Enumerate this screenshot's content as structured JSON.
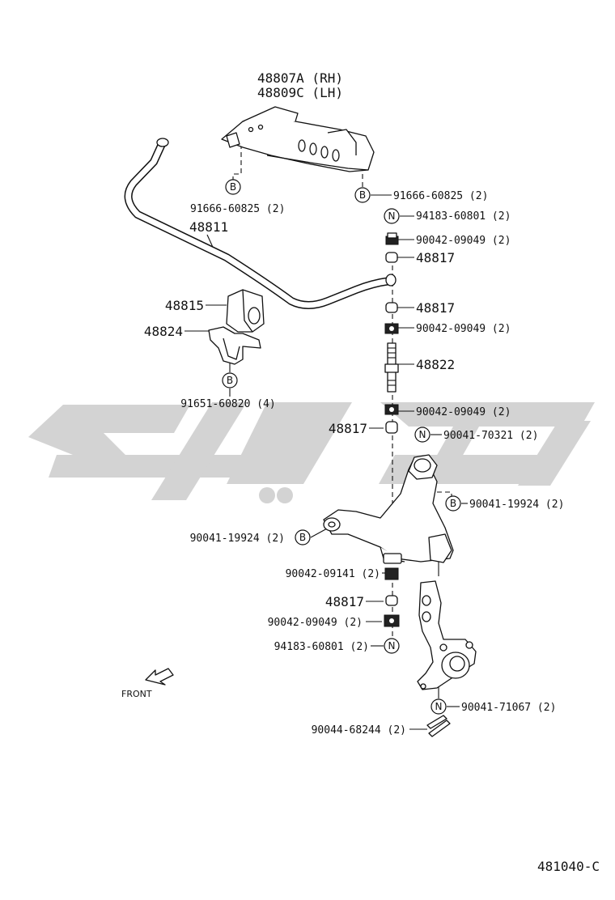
{
  "watermark": {
    "color": "#d3d3d3"
  },
  "parts": [
    {
      "id": "p1",
      "number": "48807A (RH)",
      "size": "big"
    },
    {
      "id": "p2",
      "number": "48809C (LH)",
      "size": "big"
    },
    {
      "id": "p3",
      "number": "91666-60825 (2)",
      "size": "small",
      "marker": "B"
    },
    {
      "id": "p4",
      "number": "91666-60825 (2)",
      "size": "small",
      "marker": "B"
    },
    {
      "id": "p5",
      "number": "94183-60801 (2)",
      "size": "small",
      "marker": "N"
    },
    {
      "id": "p6",
      "number": "48811",
      "size": "big"
    },
    {
      "id": "p7",
      "number": "90042-09049 (2)",
      "size": "small"
    },
    {
      "id": "p8",
      "number": "48817",
      "size": "big"
    },
    {
      "id": "p9",
      "number": "48815",
      "size": "big"
    },
    {
      "id": "p10",
      "number": "48817",
      "size": "big"
    },
    {
      "id": "p11",
      "number": "48824",
      "size": "big"
    },
    {
      "id": "p12",
      "number": "90042-09049 (2)",
      "size": "small"
    },
    {
      "id": "p13",
      "number": "48822",
      "size": "big"
    },
    {
      "id": "p14",
      "number": "91651-60820 (4)",
      "size": "small",
      "marker": "B"
    },
    {
      "id": "p15",
      "number": "90042-09049 (2)",
      "size": "small"
    },
    {
      "id": "p16",
      "number": "48817",
      "size": "big"
    },
    {
      "id": "p17",
      "number": "90041-70321 (2)",
      "size": "small",
      "marker": "N"
    },
    {
      "id": "p18",
      "number": "90041-19924 (2)",
      "size": "small",
      "marker": "B"
    },
    {
      "id": "p19",
      "number": "90041-19924 (2)",
      "size": "small",
      "marker": "B"
    },
    {
      "id": "p20",
      "number": "90042-09141 (2)",
      "size": "small"
    },
    {
      "id": "p21",
      "number": "48817",
      "size": "big"
    },
    {
      "id": "p22",
      "number": "90042-09049 (2)",
      "size": "small"
    },
    {
      "id": "p23",
      "number": "94183-60801 (2)",
      "size": "small",
      "marker": "N"
    },
    {
      "id": "p24",
      "number": "90041-71067 (2)",
      "size": "small",
      "marker": "N"
    },
    {
      "id": "p25",
      "number": "90044-68244 (2)",
      "size": "small"
    }
  ],
  "direction_label": "FRONT",
  "diagram_code": "481040-C"
}
